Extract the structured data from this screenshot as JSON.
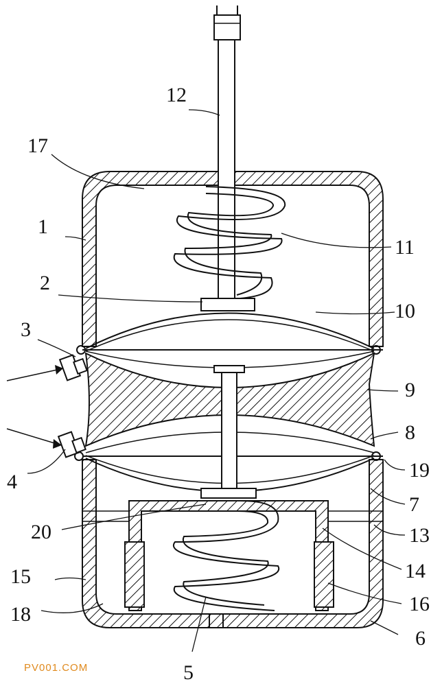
{
  "labels": {
    "l1": "1",
    "l2": "2",
    "l3": "3",
    "l4": "4",
    "l5": "5",
    "l6": "6",
    "l7": "7",
    "l8": "8",
    "l9": "9",
    "l10": "10",
    "l11": "11",
    "l12": "12",
    "l13": "13",
    "l14": "14",
    "l15": "15",
    "l16": "16",
    "l17": "17",
    "l18": "18",
    "l19": "19",
    "l20": "20"
  },
  "watermark": "PV001.COM",
  "colors": {
    "line": "#111111",
    "watermark": "#e08a1e"
  }
}
